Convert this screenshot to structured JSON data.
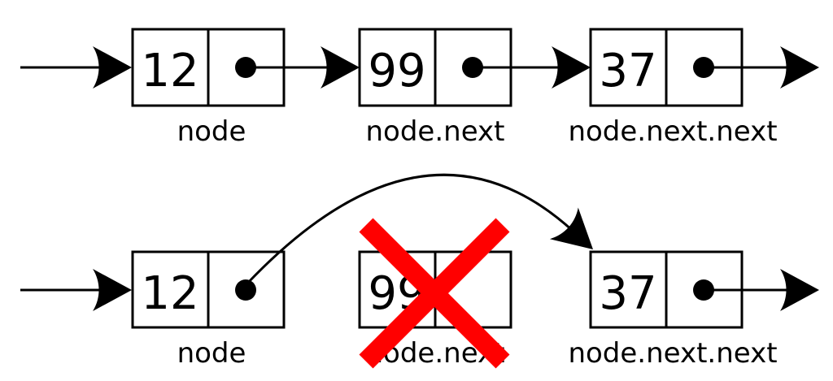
{
  "colors": {
    "ink": "#000000",
    "background": "#ffffff",
    "delete_x": "#ff0000"
  },
  "diagram": {
    "type": "linked-list-deletion",
    "rows": [
      {
        "name": "before-deletion",
        "nodes": [
          {
            "value": "12",
            "label": "node"
          },
          {
            "value": "99",
            "label": "node.next"
          },
          {
            "value": "37",
            "label": "node.next.next"
          }
        ]
      },
      {
        "name": "after-deletion",
        "nodes": [
          {
            "value": "12",
            "label": "node"
          },
          {
            "value": "99",
            "label": "node.next"
          },
          {
            "value": "37",
            "label": "node.next.next"
          }
        ]
      }
    ]
  }
}
